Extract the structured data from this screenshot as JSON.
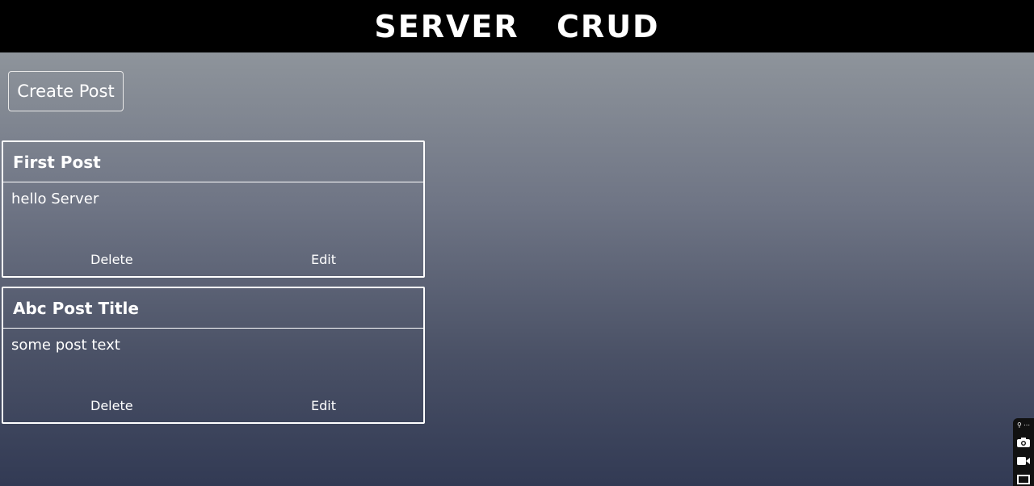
{
  "header": {
    "title": "SERVER  CRUD"
  },
  "toolbar": {
    "create_label": "Create Post"
  },
  "posts": [
    {
      "title": "First Post",
      "body": "hello Server",
      "delete_label": "Delete",
      "edit_label": "Edit"
    },
    {
      "title": "Abc Post Title",
      "body": "some post text",
      "delete_label": "Delete",
      "edit_label": "Edit"
    }
  ],
  "widget": {
    "top_label": "⚲ ⋯",
    "icons": [
      "camera-icon",
      "video-icon",
      "screen-icon"
    ]
  },
  "colors": {
    "header_bg": "#000000",
    "gradient_top": "#8e949b",
    "gradient_bottom": "#323a54",
    "border": "#ffffff"
  }
}
